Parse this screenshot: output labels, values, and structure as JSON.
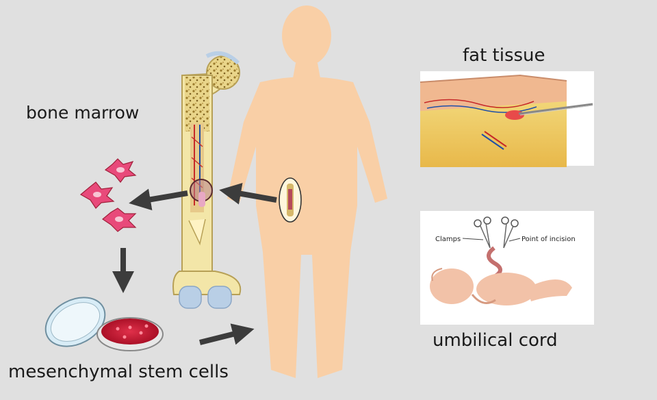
{
  "labels": {
    "bone_marrow": "bone marrow",
    "fat_tissue": "fat tissue",
    "umbilical_cord": "umbilical cord",
    "msc": "mesenchymal stem cells",
    "clamps": "Clamps",
    "incision": "Point of incision"
  },
  "colors": {
    "background": "#e0e0e0",
    "skin": "#f9cfa6",
    "bone": "#f3e6a8",
    "marrow": "#c9a85c",
    "cell": "#e84a7a",
    "dish_red": "#c8102e",
    "arrow": "#3c3c3c",
    "cartilage": "#b9cfe6"
  },
  "icons": [
    "human-silhouette",
    "femur-bone",
    "stem-cell",
    "petri-dish",
    "fat-tissue-cross-section",
    "newborn-umbilical-cord",
    "arrow"
  ]
}
